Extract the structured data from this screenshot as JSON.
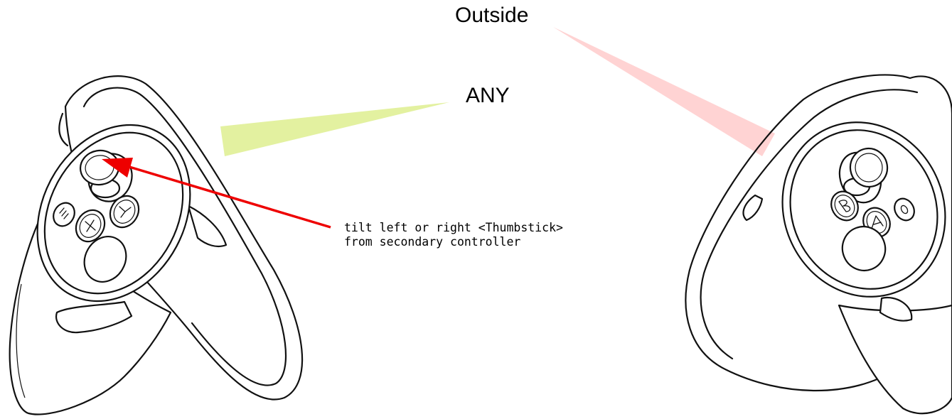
{
  "labels": {
    "outside": "Outside",
    "any": "ANY"
  },
  "annotation": {
    "line1": "tilt left or right <Thumbstick>",
    "line2": "from secondary controller"
  },
  "left_controller": {
    "buttons": [
      "X",
      "Y"
    ],
    "menu_button": "menu-icon"
  },
  "right_controller": {
    "buttons": [
      "A",
      "B"
    ],
    "oculus_button": "oculus-icon"
  },
  "colors": {
    "outside_beam": "#ffd3d3",
    "any_beam": "#e3f1a0",
    "arrow": "#ee0000",
    "outline": "#111111"
  }
}
